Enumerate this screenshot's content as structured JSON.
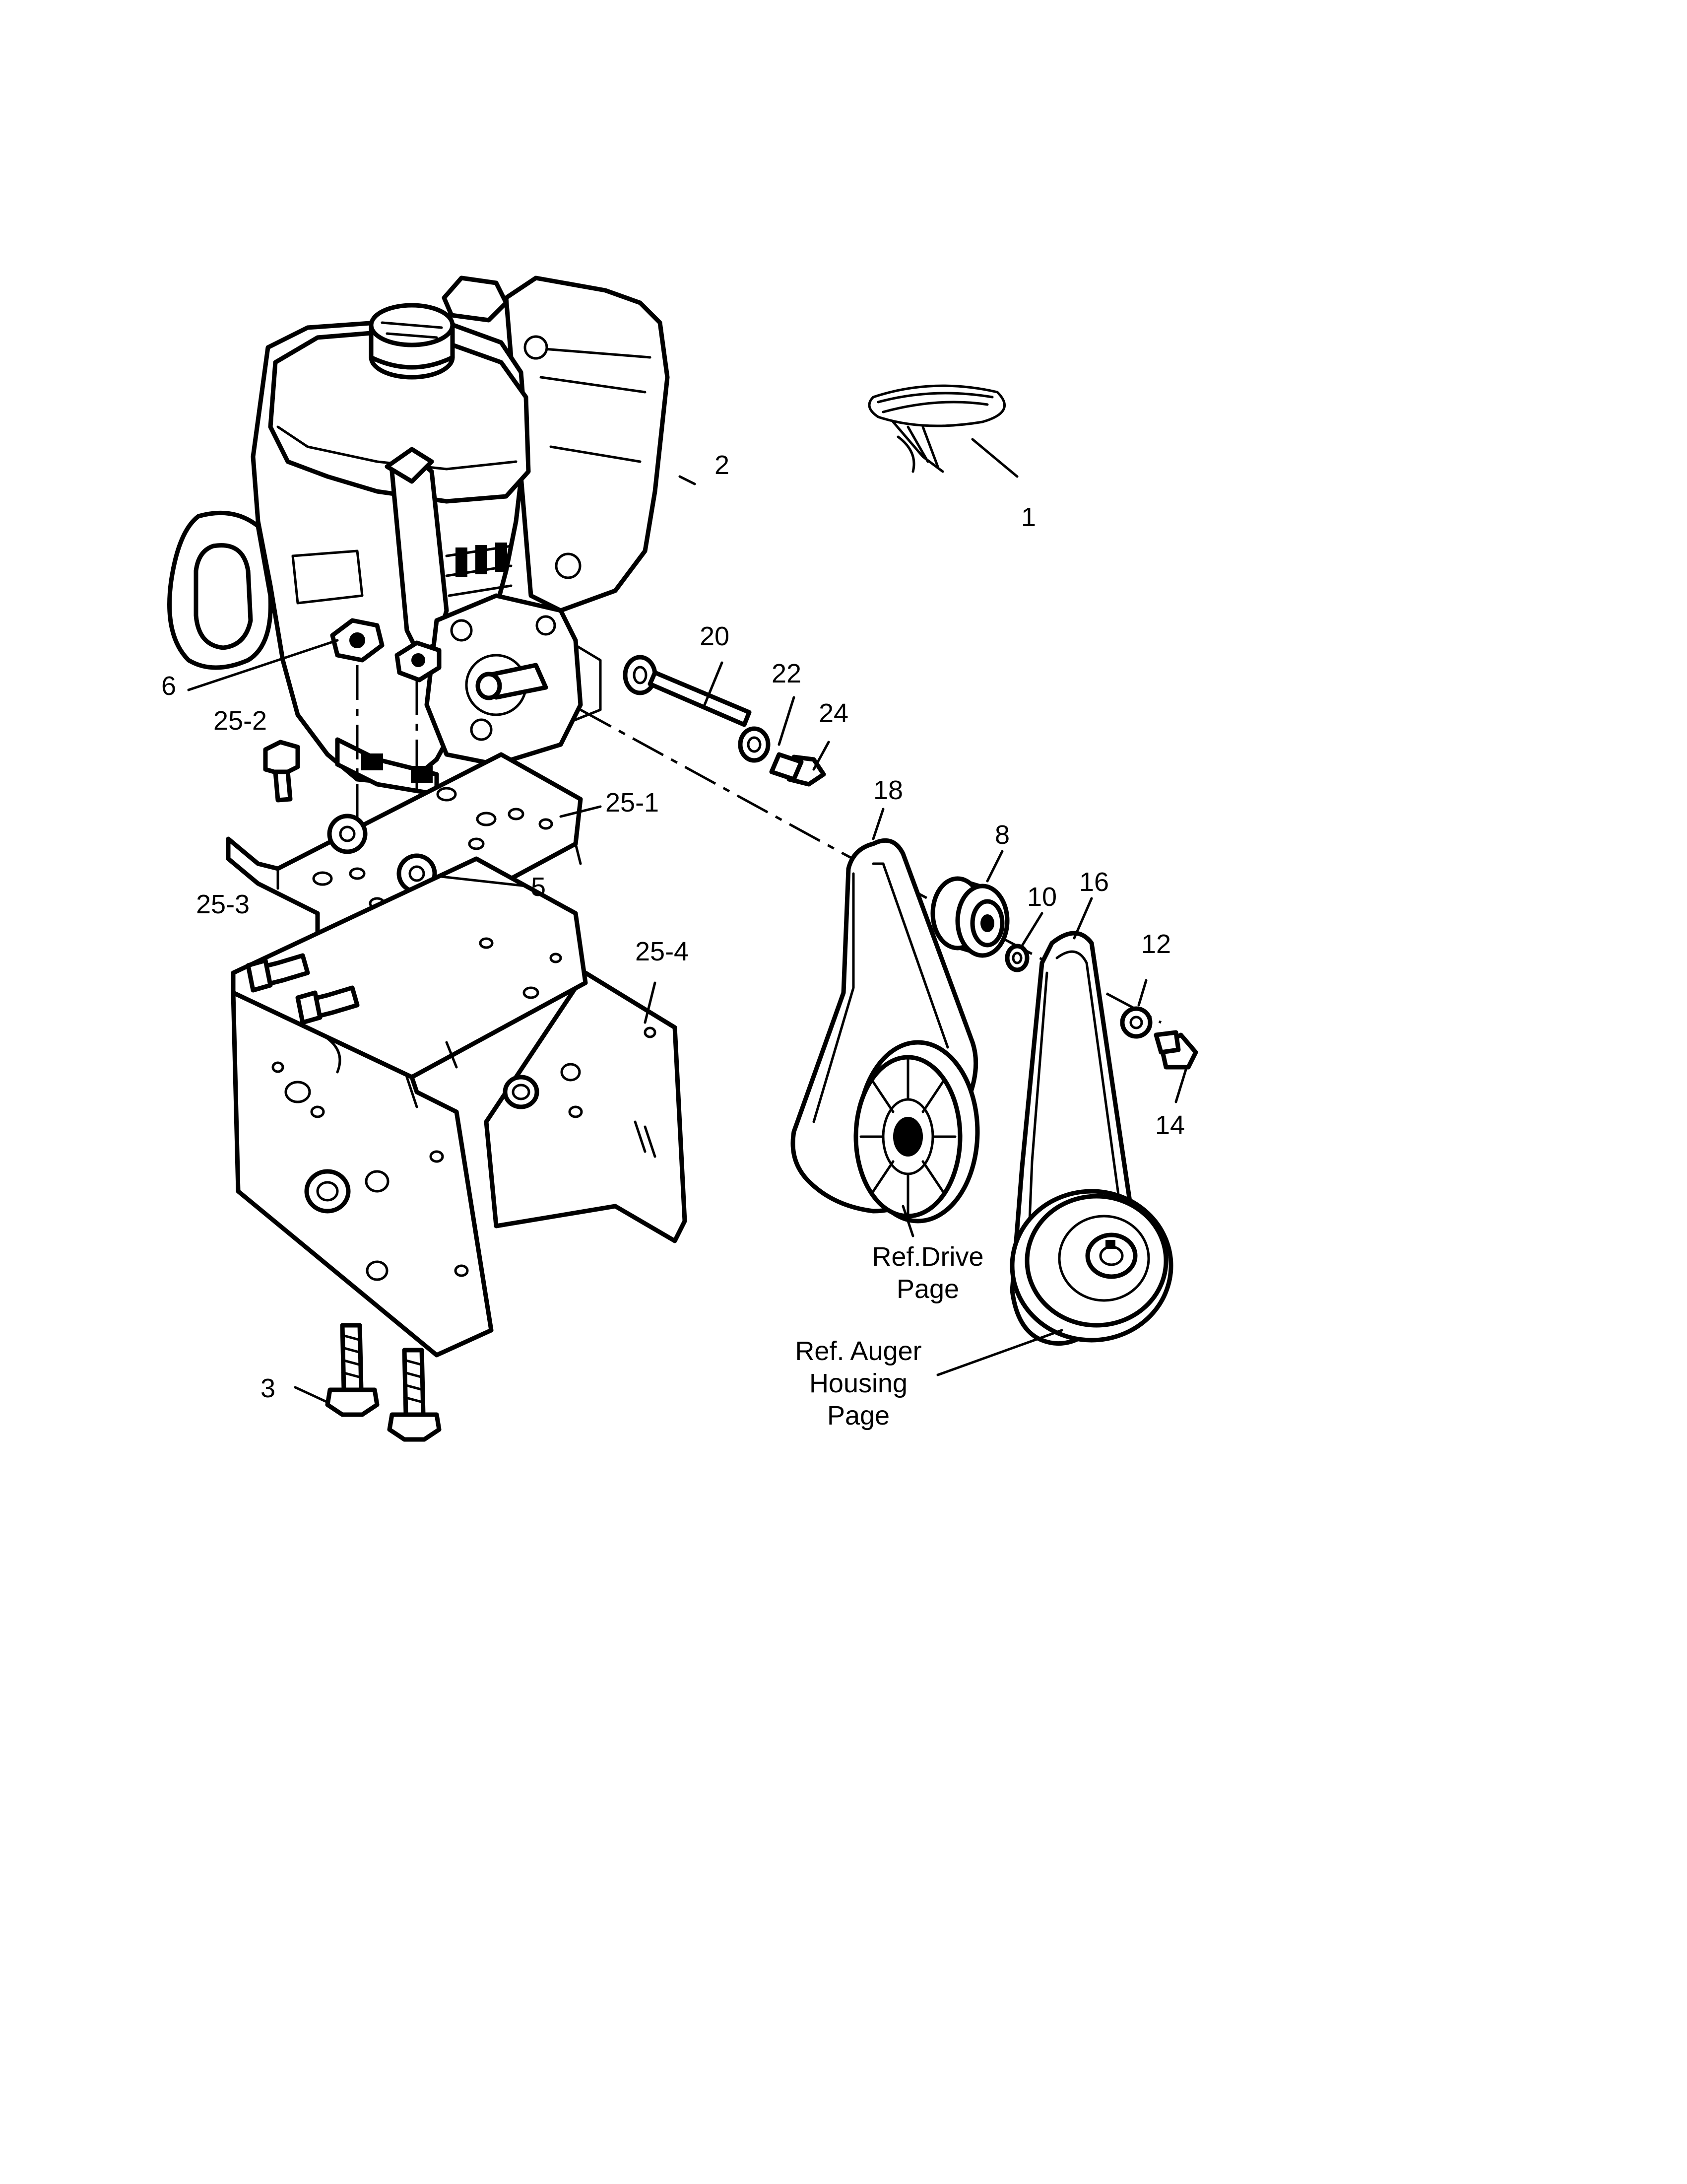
{
  "callouts": {
    "c1": "1",
    "c2": "2",
    "c3": "3",
    "c5": "5",
    "c6": "6",
    "c8": "8",
    "c10": "10",
    "c12": "12",
    "c14": "14",
    "c16": "16",
    "c18": "18",
    "c20": "20",
    "c22": "22",
    "c24": "24",
    "c25_1": "25-1",
    "c25_2": "25-2",
    "c25_3": "25-3",
    "c25_4": "25-4"
  },
  "references": {
    "drive_line1": "Ref.Drive",
    "drive_line2": "Page",
    "auger_line1": "Ref. Auger",
    "auger_line2": "Housing",
    "auger_line3": "Page"
  }
}
